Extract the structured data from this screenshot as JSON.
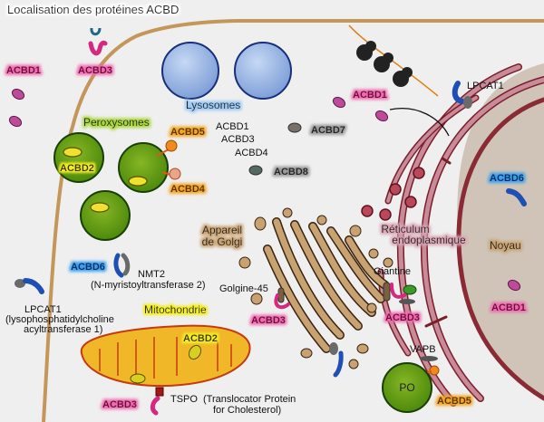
{
  "title": "Localisation des protéines ACBD",
  "colors": {
    "background": "#efefef",
    "membrane": "#c4965a",
    "lysosome": "#9bb7e6",
    "peroxisome": "#5e9a10",
    "er": "#c98a9a",
    "nucleus": "#cfc4b7",
    "golgi": "#c9a271",
    "mitochondria": "#f0b828",
    "acbd1": "#c04a9a",
    "acbd3": "#d6287e",
    "acbd5": "#f08a1c",
    "acbd6": "#1d4fb4",
    "grey_protein": "#7a7a7a"
  },
  "organelles": {
    "lysosomes": "Lysosomes",
    "peroxysomes": "Peroxysomes",
    "golgi_line1": "Appareil",
    "golgi_line2": "de Golgi",
    "er_line1": "Réticulum",
    "er_line2": "endoplasmique",
    "noyau": "Noyau",
    "mitochondrie": "Mitochondrie",
    "po": "PO"
  },
  "labels": {
    "acbd1_top_left": "ACBD1",
    "acbd3_top": "ACBD3",
    "acbd1_top_right": "ACBD1",
    "lpcat1_er": "LPCAT1",
    "acbd5_perox": "ACBD5",
    "acbd2_perox": "ACBD2",
    "acbd4_perox": "ACBD4",
    "lyso_list": [
      "ACBD1",
      "ACBD3",
      "ACBD4"
    ],
    "acbd7": "ACBD7",
    "acbd8": "ACBD8",
    "acbd6_nucleus": "ACBD6",
    "acbd6_nmt": "ACBD6",
    "nmt2": "NMT2",
    "nmt2_full": "(N-myristoyltransferase 2)",
    "lpcat1_left": "LPCAT1",
    "lpcat1_full_line1": "(lysophosphatidylcholine",
    "lpcat1_full_line2": "acyltransferase 1)",
    "golgine45": "Golgine-45",
    "acbd3_golgi": "ACBD3",
    "giantine": "Giantine",
    "acbd3_giantine": "ACBD3",
    "acbd1_nucleus": "ACBD1",
    "acbd2_mito": "ACBD2",
    "acbd3_mito": "ACBD3",
    "tspo": "TSPO",
    "tspo_full_line1": "(Translocator Protein",
    "tspo_full_line2": "for Cholesterol)",
    "vapb": "VAPB",
    "acbd5_po": "ACBD5"
  }
}
